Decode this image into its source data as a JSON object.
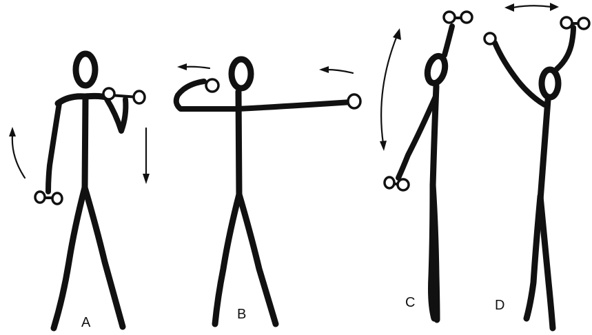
{
  "figures": [
    {
      "id": "A",
      "label": "A"
    },
    {
      "id": "B",
      "label": "B"
    },
    {
      "id": "C",
      "label": "C"
    },
    {
      "id": "D",
      "label": "D"
    }
  ],
  "colors": {
    "ink": "#111111",
    "background": "#ffffff"
  }
}
